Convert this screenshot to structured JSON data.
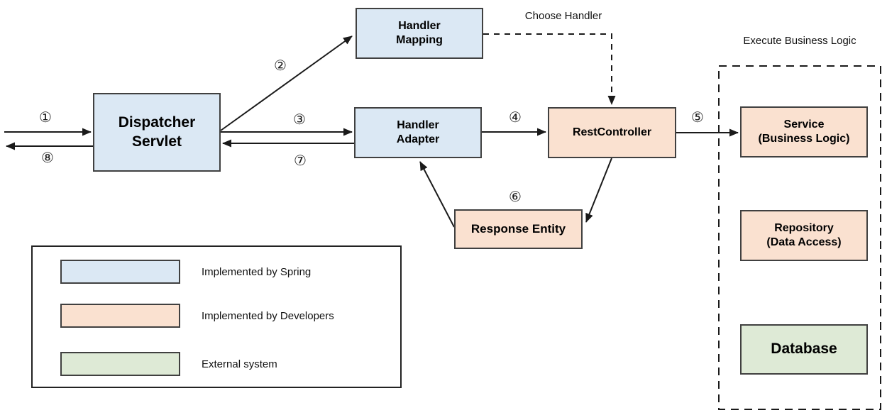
{
  "colors": {
    "implemented_by_spring": "#dbe8f4",
    "implemented_by_developers": "#fae1d0",
    "external_system": "#deead6",
    "stroke": "#404040",
    "arrow": "#1a1a1a"
  },
  "nodes": {
    "dispatcher_servlet": {
      "label": "Dispatcher\nServlet",
      "type": "implemented_by_spring"
    },
    "handler_mapping": {
      "label": "Handler\nMapping",
      "type": "implemented_by_spring"
    },
    "handler_adapter": {
      "label": "Handler\nAdapter",
      "type": "implemented_by_spring"
    },
    "rest_controller": {
      "label": "RestController",
      "type": "implemented_by_developers"
    },
    "response_entity": {
      "label": "Response Entity",
      "type": "implemented_by_developers"
    },
    "service": {
      "label": "Service\n(Business Logic)",
      "type": "implemented_by_developers"
    },
    "repository": {
      "label": "Repository\n(Data Access)",
      "type": "implemented_by_developers"
    },
    "database": {
      "label": "Database",
      "type": "external_system"
    }
  },
  "annotations": {
    "choose_handler": "Choose Handler",
    "execute_business_logic": "Execute Business Logic"
  },
  "steps": {
    "s1": "①",
    "s2": "②",
    "s3": "③",
    "s4": "④",
    "s5": "⑤",
    "s6": "⑥",
    "s7": "⑦",
    "s8": "⑧"
  },
  "legend": {
    "items": [
      {
        "label": "Implemented by Spring",
        "color": "#dbe8f4"
      },
      {
        "label": "Implemented by Developers",
        "color": "#fae1d0"
      },
      {
        "label": "External system",
        "color": "#deead6"
      }
    ]
  }
}
